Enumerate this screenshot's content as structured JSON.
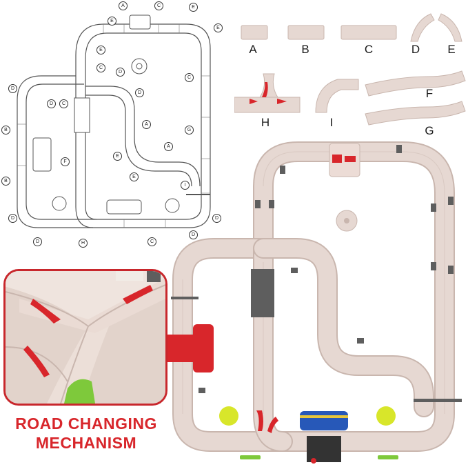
{
  "parts": {
    "A": "A",
    "B": "B",
    "C": "C",
    "D": "D",
    "E": "E",
    "F": "F",
    "G": "G",
    "H": "H",
    "I": "I"
  },
  "callouts": [
    "A",
    "C",
    "E",
    "E",
    "E",
    "C",
    "D",
    "E",
    "C",
    "D",
    "D",
    "C",
    "D",
    "A",
    "B",
    "E",
    "G",
    "F",
    "B",
    "A",
    "E",
    "I",
    "D",
    "D",
    "D",
    "H",
    "C",
    "D"
  ],
  "caption": {
    "line1": "ROAD CHANGING",
    "line2": "MECHANISM"
  },
  "colors": {
    "track": "#e6d8d2",
    "track_edge": "#c9b6ae",
    "accent_red": "#d8262b",
    "diagram_line": "#555555",
    "piece_gray": "#5e5e5e",
    "ball_yellow": "#d8e62a",
    "green_piece": "#7ec93b",
    "blue_bridge": "#2758b8"
  }
}
